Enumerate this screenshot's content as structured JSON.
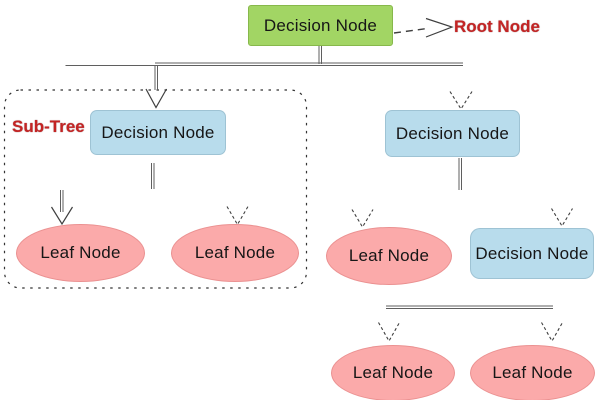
{
  "diagram": {
    "type": "decision-tree",
    "colors": {
      "root_fill": "#a2d564",
      "decision_fill": "#b8dcec",
      "leaf_fill": "#fbaaaa",
      "annotation": "#c42424",
      "line": "#5f5f5f",
      "arrow": "#3f3f3f"
    },
    "annotations": {
      "root": "Root Node",
      "subtree": "Sub-Tree"
    },
    "nodes": {
      "root": {
        "label": "Decision Node",
        "type": "decision"
      },
      "subtree_decision": {
        "label": "Decision Node",
        "type": "decision"
      },
      "subtree_leaf_1": {
        "label": "Leaf Node",
        "type": "leaf"
      },
      "subtree_leaf_2": {
        "label": "Leaf Node",
        "type": "leaf"
      },
      "right_decision": {
        "label": "Decision Node",
        "type": "decision"
      },
      "right_leaf": {
        "label": "Leaf Node",
        "type": "leaf"
      },
      "right_sub_decision": {
        "label": "Decision Node",
        "type": "decision"
      },
      "bottom_leaf_1": {
        "label": "Leaf Node",
        "type": "leaf"
      },
      "bottom_leaf_2": {
        "label": "Leaf Node",
        "type": "leaf"
      }
    }
  }
}
